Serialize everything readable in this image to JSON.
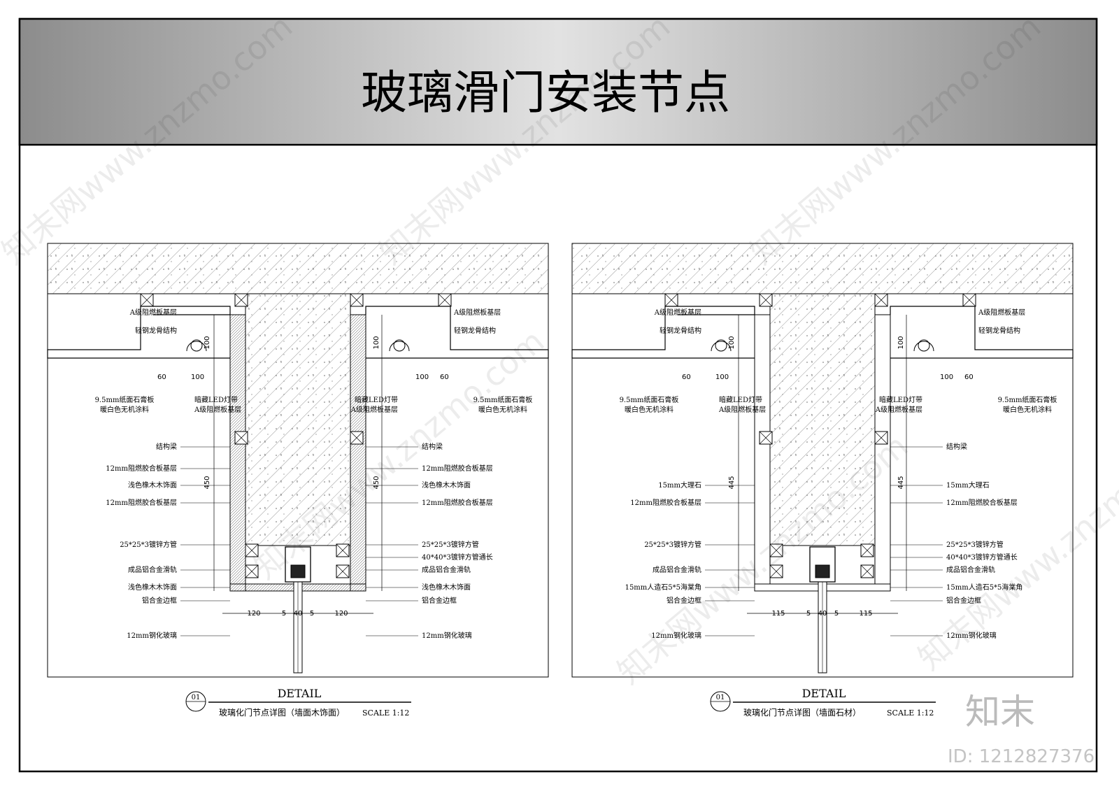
{
  "sheet_title": "玻璃滑门安装节点",
  "watermark": {
    "text": "知末网www.znzmo.com",
    "logo": "知末",
    "id_label": "ID: 1212827376"
  },
  "details": [
    {
      "number": "01",
      "heading": "DETAIL",
      "caption": "玻璃化门节点详图（墙面木饰面）",
      "scale": "SCALE 1:12",
      "left_labels": [
        "A级阻燃板基层",
        "轻钢龙骨结构",
        "9.5mm纸面石膏板",
        "暖白色无机涂料",
        "暗藏LED灯带",
        "A级阻燃板基层",
        "结构梁",
        "12mm阻燃胶合板基层",
        "浅色橡木木饰面",
        "12mm阻燃胶合板基层",
        "25*25*3镀锌方管",
        "成品铝合金滑轨",
        "浅色橡木木饰面",
        "铝合金边框",
        "12mm钢化玻璃"
      ],
      "right_labels": [
        "A级阻燃板基层",
        "轻钢龙骨结构",
        "暗藏LED灯带",
        "A级阻燃板基层",
        "9.5mm纸面石膏板",
        "暖白色无机涂料",
        "结构梁",
        "12mm阻燃胶合板基层",
        "浅色橡木木饰面",
        "12mm阻燃胶合板基层",
        "25*25*3镀锌方管",
        "40*40*3镀锌方管通长",
        "成品铝合金滑轨",
        "浅色橡木木饰面",
        "铝合金边框",
        "12mm钢化玻璃"
      ],
      "dims": {
        "top": "100",
        "a": "60",
        "b": "100",
        "height": "450",
        "side": "120",
        "s5": "5",
        "s40": "40",
        "s5b": "5"
      }
    },
    {
      "number": "01",
      "heading": "DETAIL",
      "caption": "玻璃化门节点详图（墙面石材）",
      "scale": "SCALE 1:12",
      "left_labels": [
        "A级阻燃板基层",
        "轻钢龙骨结构",
        "9.5mm纸面石膏板",
        "暖白色无机涂料",
        "暗藏LED灯带",
        "A级阻燃板基层",
        "15mm大理石",
        "12mm阻燃胶合板基层",
        "25*25*3镀锌方管",
        "成品铝合金滑轨",
        "15mm人造石5*5海棠角",
        "铝合金边框",
        "12mm钢化玻璃"
      ],
      "right_labels": [
        "A级阻燃板基层",
        "轻钢龙骨结构",
        "暗藏LED灯带",
        "A级阻燃板基层",
        "9.5mm纸面石膏板",
        "暖白色无机涂料",
        "结构梁",
        "15mm大理石",
        "12mm阻燃胶合板基层",
        "25*25*3镀锌方管",
        "40*40*3镀锌方管通长",
        "成品铝合金滑轨",
        "15mm人造石5*5海棠角",
        "铝合金边框",
        "12mm钢化玻璃"
      ],
      "dims": {
        "top": "100",
        "a": "60",
        "b": "100",
        "height": "445",
        "side": "115",
        "s5": "5",
        "s40": "40",
        "s5b": "5"
      }
    }
  ]
}
